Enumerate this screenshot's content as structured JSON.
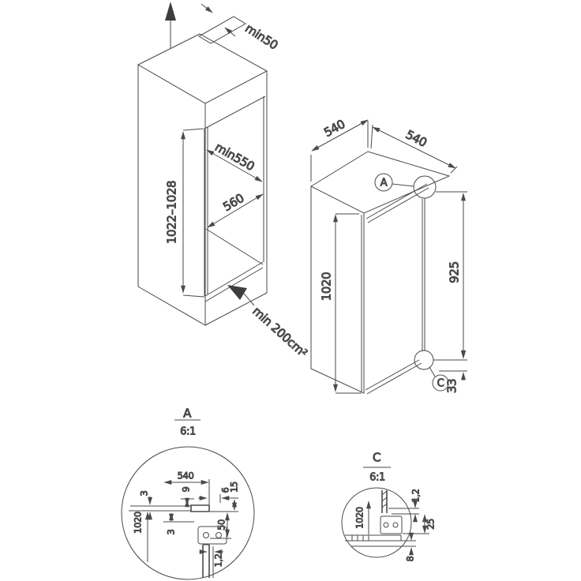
{
  "colors": {
    "line": "#4a4a4a",
    "text": "#4a4a4a",
    "background": "#ffffff"
  },
  "installation_view": {
    "top_clearance": "min50",
    "niche_depth": "min550",
    "niche_width": "560",
    "niche_height_range": "1022–1028",
    "ventilation_area": "min 200cm²"
  },
  "appliance_view": {
    "width": "540",
    "depth": "540",
    "height": "1020",
    "door_height": "925",
    "bottom_offset": "33",
    "marker_a": "A",
    "marker_c": "C"
  },
  "detail_a": {
    "label": "A",
    "scale": "6:1",
    "dims": {
      "depth": "540",
      "d9": "9",
      "d6": "6",
      "d15": "15",
      "d3_top": "3",
      "d3_bottom": "3",
      "height": "1020",
      "d50": "50",
      "d1_2": "1,2"
    }
  },
  "detail_c": {
    "label": "C",
    "scale": "6:1",
    "dims": {
      "height": "1020",
      "d1_2": "1,2",
      "d25": "25",
      "d8": "8"
    }
  }
}
